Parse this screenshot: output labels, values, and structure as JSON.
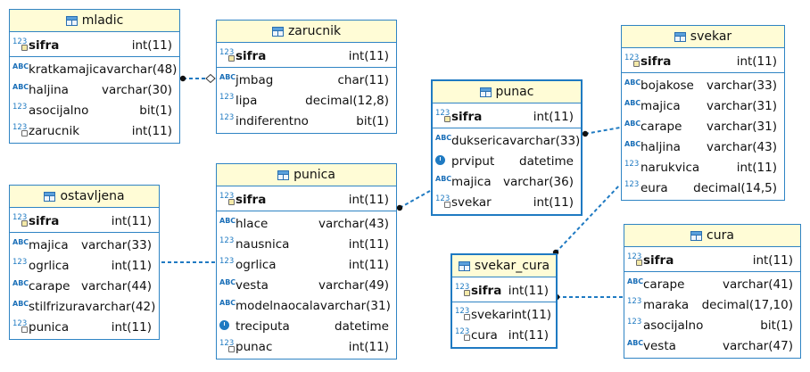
{
  "tables": [
    {
      "name": "mladic",
      "selected": false,
      "columns": [
        {
          "name": "sifra",
          "type": "int(11)",
          "icon": "number-key-icon",
          "pk": true
        },
        {
          "name": "kratkamajica",
          "type": "varchar(48)",
          "icon": "text-column-icon"
        },
        {
          "name": "haljina",
          "type": "varchar(30)",
          "icon": "text-column-icon"
        },
        {
          "name": "asocijalno",
          "type": "bit(1)",
          "icon": "number-column-icon"
        },
        {
          "name": "zarucnik",
          "type": "int(11)",
          "icon": "number-fk-icon"
        }
      ]
    },
    {
      "name": "zarucnik",
      "selected": false,
      "columns": [
        {
          "name": "sifra",
          "type": "int(11)",
          "icon": "number-key-icon",
          "pk": true
        },
        {
          "name": "jmbag",
          "type": "char(11)",
          "icon": "text-column-icon"
        },
        {
          "name": "lipa",
          "type": "decimal(12,8)",
          "icon": "number-column-icon"
        },
        {
          "name": "indiferentno",
          "type": "bit(1)",
          "icon": "number-column-icon"
        }
      ]
    },
    {
      "name": "punac",
      "selected": true,
      "columns": [
        {
          "name": "sifra",
          "type": "int(11)",
          "icon": "number-key-icon",
          "pk": true
        },
        {
          "name": "dukserica",
          "type": "varchar(33)",
          "icon": "text-column-icon"
        },
        {
          "name": "prviput",
          "type": "datetime",
          "icon": "clock-icon"
        },
        {
          "name": "majica",
          "type": "varchar(36)",
          "icon": "text-column-icon"
        },
        {
          "name": "svekar",
          "type": "int(11)",
          "icon": "number-fk-icon"
        }
      ]
    },
    {
      "name": "svekar",
      "selected": false,
      "columns": [
        {
          "name": "sifra",
          "type": "int(11)",
          "icon": "number-key-icon",
          "pk": true
        },
        {
          "name": "bojakose",
          "type": "varchar(33)",
          "icon": "text-column-icon"
        },
        {
          "name": "majica",
          "type": "varchar(31)",
          "icon": "text-column-icon"
        },
        {
          "name": "carape",
          "type": "varchar(31)",
          "icon": "text-column-icon"
        },
        {
          "name": "haljina",
          "type": "varchar(43)",
          "icon": "text-column-icon"
        },
        {
          "name": "narukvica",
          "type": "int(11)",
          "icon": "number-column-icon"
        },
        {
          "name": "eura",
          "type": "decimal(14,5)",
          "icon": "number-column-icon"
        }
      ]
    },
    {
      "name": "ostavljena",
      "selected": false,
      "columns": [
        {
          "name": "sifra",
          "type": "int(11)",
          "icon": "number-key-icon",
          "pk": true
        },
        {
          "name": "majica",
          "type": "varchar(33)",
          "icon": "text-column-icon"
        },
        {
          "name": "ogrlica",
          "type": "int(11)",
          "icon": "number-column-icon"
        },
        {
          "name": "carape",
          "type": "varchar(44)",
          "icon": "text-column-icon"
        },
        {
          "name": "stilfrizura",
          "type": "varchar(42)",
          "icon": "text-column-icon"
        },
        {
          "name": "punica",
          "type": "int(11)",
          "icon": "number-fk-icon"
        }
      ]
    },
    {
      "name": "punica",
      "selected": false,
      "columns": [
        {
          "name": "sifra",
          "type": "int(11)",
          "icon": "number-key-icon",
          "pk": true
        },
        {
          "name": "hlace",
          "type": "varchar(43)",
          "icon": "text-column-icon"
        },
        {
          "name": "nausnica",
          "type": "int(11)",
          "icon": "number-column-icon"
        },
        {
          "name": "ogrlica",
          "type": "int(11)",
          "icon": "number-column-icon"
        },
        {
          "name": "vesta",
          "type": "varchar(49)",
          "icon": "text-column-icon"
        },
        {
          "name": "modelnaocala",
          "type": "varchar(31)",
          "icon": "text-column-icon"
        },
        {
          "name": "treciputa",
          "type": "datetime",
          "icon": "clock-icon"
        },
        {
          "name": "punac",
          "type": "int(11)",
          "icon": "number-fk-icon"
        }
      ]
    },
    {
      "name": "svekar_cura",
      "selected": true,
      "columns": [
        {
          "name": "sifra",
          "type": "int(11)",
          "icon": "number-key-icon",
          "pk": true
        },
        {
          "name": "svekar",
          "type": "int(11)",
          "icon": "number-fk-icon"
        },
        {
          "name": "cura",
          "type": "int(11)",
          "icon": "number-fk-icon"
        }
      ]
    },
    {
      "name": "cura",
      "selected": false,
      "columns": [
        {
          "name": "sifra",
          "type": "int(11)",
          "icon": "number-key-icon",
          "pk": true
        },
        {
          "name": "carape",
          "type": "varchar(41)",
          "icon": "text-column-icon"
        },
        {
          "name": "maraka",
          "type": "decimal(17,10)",
          "icon": "number-column-icon"
        },
        {
          "name": "asocijalno",
          "type": "bit(1)",
          "icon": "number-column-icon"
        },
        {
          "name": "vesta",
          "type": "varchar(47)",
          "icon": "text-column-icon"
        }
      ]
    }
  ],
  "icon_glyphs": {
    "text-column-icon": "ABC",
    "number-column-icon": "123",
    "number-key-icon": "123",
    "number-fk-icon": "123",
    "clock-icon": ""
  },
  "colors": {
    "border": "#2f84c4",
    "header_bg": "#fffcd6",
    "link": "#1f7ac2"
  }
}
